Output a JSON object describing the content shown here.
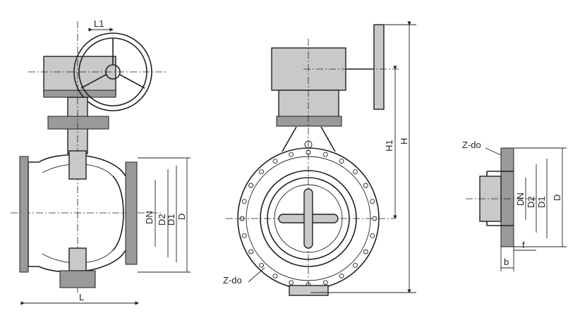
{
  "left_view": {
    "L1": "L1",
    "DN": "DN",
    "D2": "D2",
    "D1": "D1",
    "D": "D",
    "L": "L"
  },
  "middle_view": {
    "H1": "H1",
    "H": "H",
    "Z_do": "Z-do"
  },
  "right_view": {
    "Z_do": "Z-do",
    "DN": "DN",
    "D2": "D2",
    "D1": "D1",
    "D": "D",
    "f": "f",
    "b": "b"
  },
  "colors": {
    "line": "#231f20",
    "fill": "#c9c9c9"
  }
}
